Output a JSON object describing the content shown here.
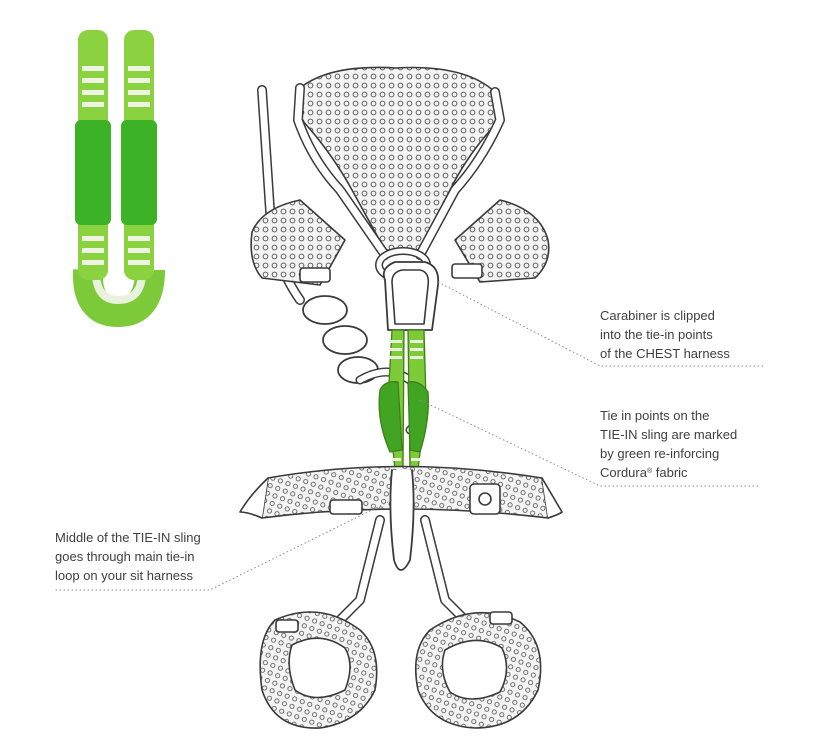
{
  "callouts": {
    "chest": {
      "lines": [
        "Carabiner is clipped",
        "into the tie-in points",
        "of the CHEST harness"
      ]
    },
    "tiein": {
      "line1": "Tie in points on the",
      "line2": "TIE-IN sling are marked",
      "line3": "by green re-inforcing",
      "line4_word": "Cordura",
      "line4_mark": "®",
      "line4_rest": " fabric"
    },
    "sit": {
      "lines": [
        "Middle of the TIE-IN sling",
        "goes through main tie-in",
        "loop on your sit harness"
      ]
    }
  },
  "colors": {
    "sling_green": "#6cc62e",
    "sling_dark_green": "#3f9a1c",
    "sling_light_green": "#a9dd72",
    "outline": "#3a3a3a",
    "mesh_fill": "#f1f1f1",
    "leader_line": "#8a8a8a"
  },
  "icons": {
    "sling_product": "tie-in-sling-icon",
    "harness_drawing": "chest-and-sit-harness-illustration",
    "carabiner": "carabiner-icon",
    "rope": "climbing-rope-icon"
  }
}
